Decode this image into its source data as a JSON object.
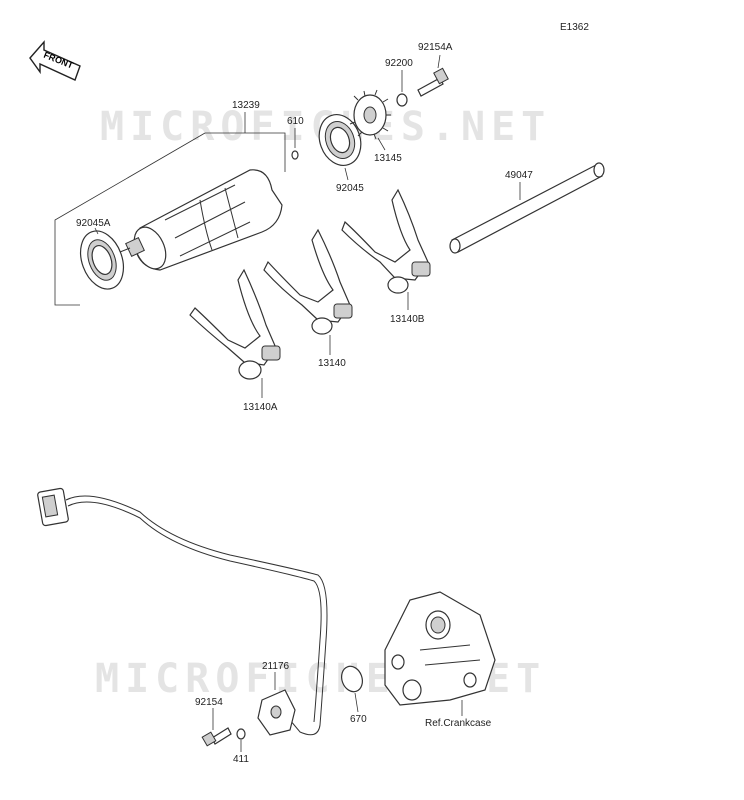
{
  "diagram_code": "E1362",
  "front_label": "FRONT",
  "watermark": "MICROFICHES.NET",
  "callouts": {
    "p13239": "13239",
    "p610": "610",
    "p92045A": "92045A",
    "p92154A": "92154A",
    "p92200": "92200",
    "p92045": "92045",
    "p13145": "13145",
    "p49047": "49047",
    "p13140B": "13140B",
    "p13140": "13140",
    "p13140A": "13140A",
    "p21176": "21176",
    "p92154": "92154",
    "p411": "411",
    "p670": "670",
    "ref_crankcase": "Ref.Crankcase"
  }
}
